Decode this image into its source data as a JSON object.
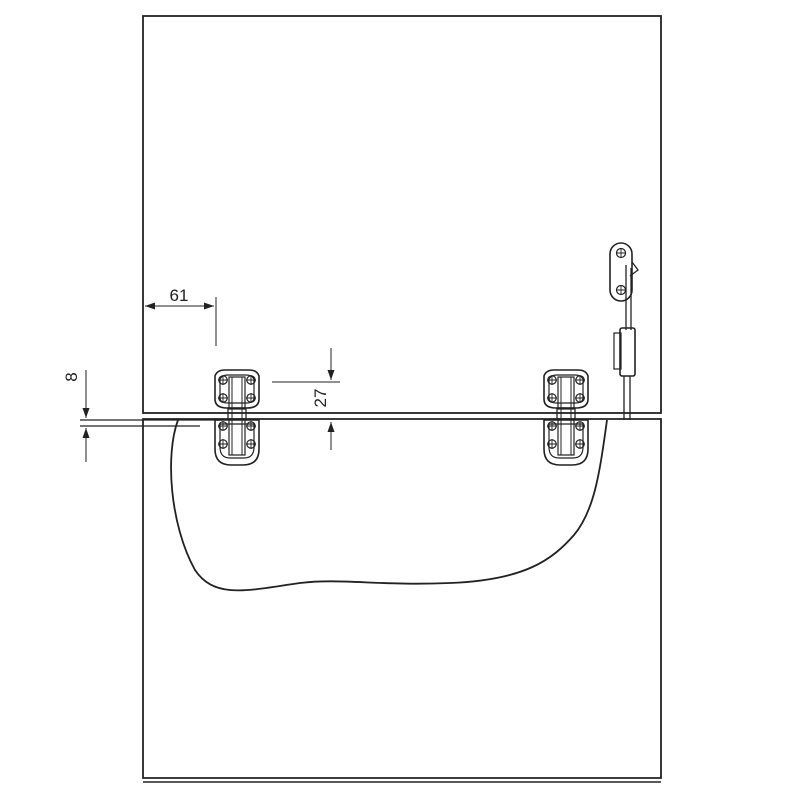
{
  "drawing": {
    "dimensions": {
      "hinge_edge_offset": "61",
      "hinge_gap": "8",
      "hinge_depth": "27"
    },
    "colors": {
      "stroke": "#222222",
      "background": "#ffffff"
    }
  }
}
